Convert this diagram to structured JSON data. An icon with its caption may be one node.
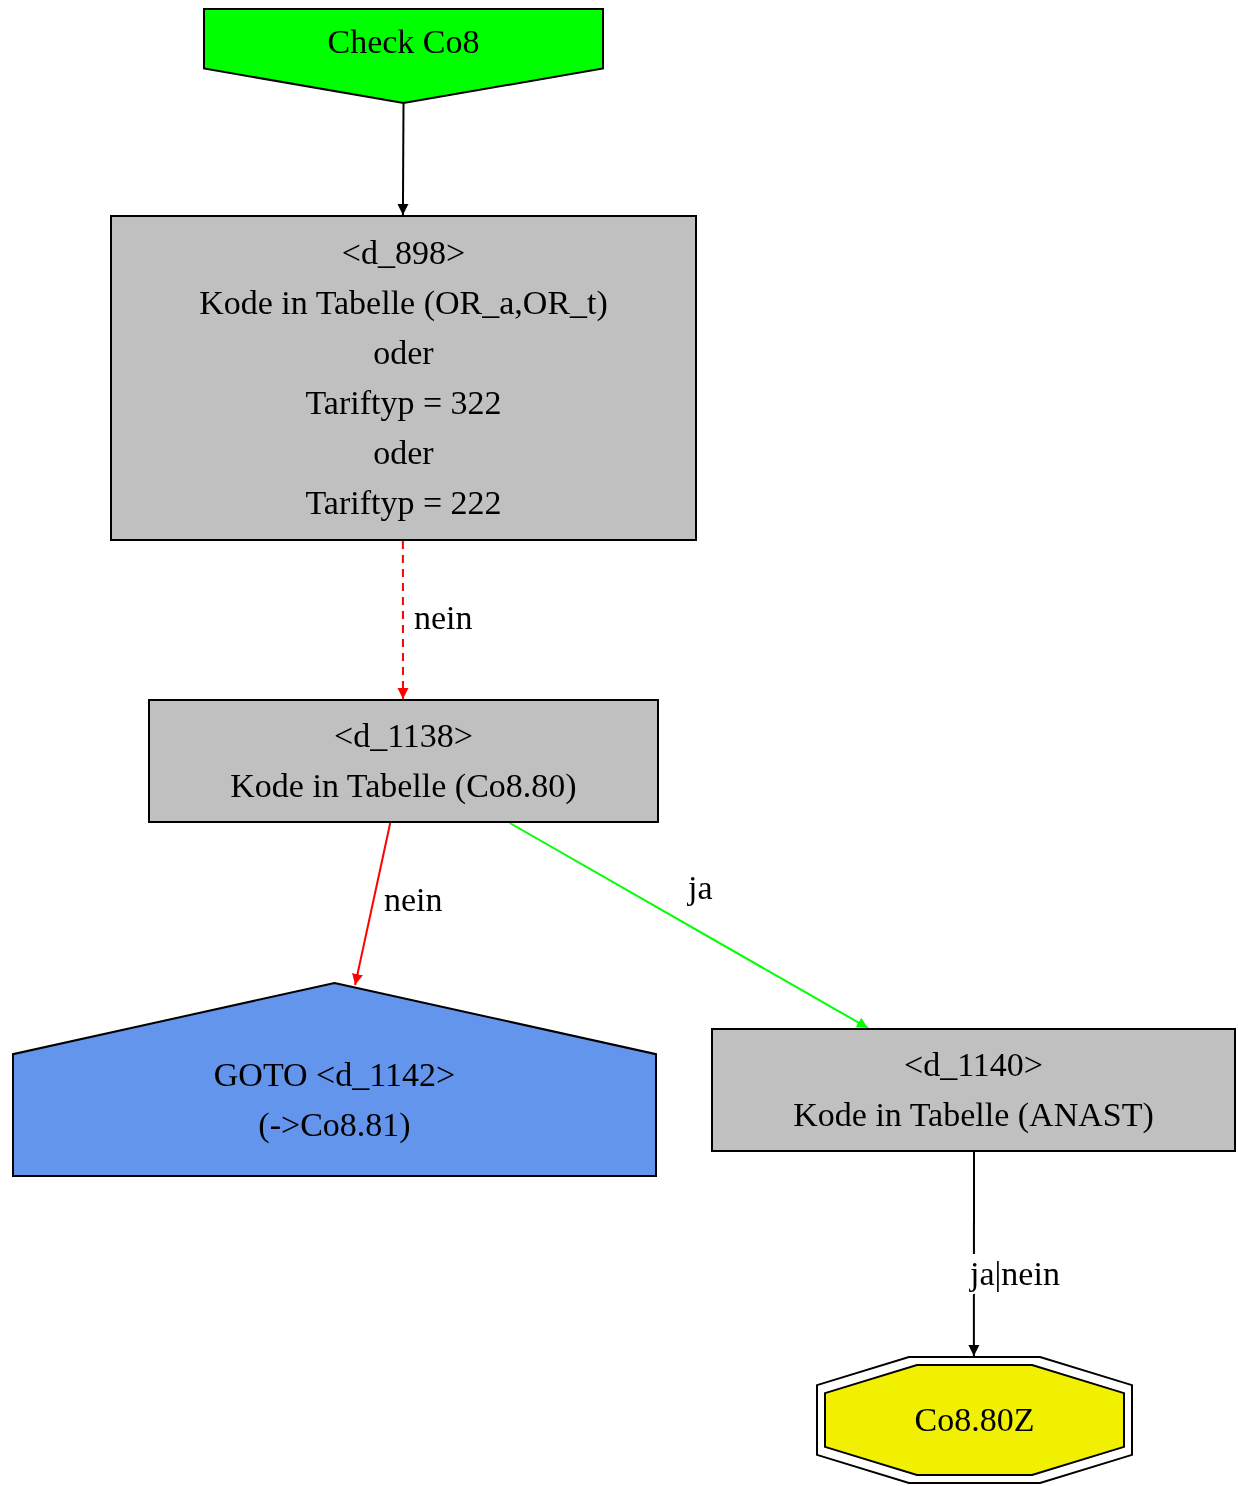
{
  "diagram": {
    "nodes": [
      {
        "text": [
          "Check Co8"
        ]
      },
      {
        "text": [
          "<d_898>",
          "Kode in Tabelle (OR_a,OR_t)",
          "oder",
          "Tariftyp = 322",
          "oder",
          "Tariftyp = 222"
        ]
      },
      {
        "text": [
          "<d_1138>",
          "Kode in Tabelle (Co8.80)"
        ]
      },
      {
        "text": [
          "GOTO <d_1142>",
          "(->Co8.81)"
        ]
      },
      {
        "text": [
          "<d_1140>",
          "Kode in Tabelle (ANAST)"
        ]
      },
      {
        "text": [
          "Co8.80Z"
        ]
      }
    ],
    "edges": [
      {
        "from": 0,
        "to": 1,
        "arrow": "to"
      },
      {
        "from": 1,
        "to": 2,
        "arrow": "to",
        "label": "nein",
        "style": "dashed",
        "color": "#ff0000"
      },
      {
        "from": 2,
        "to": 3,
        "arrow": "to",
        "label": "nein",
        "color": "#ff0000"
      },
      {
        "from": 2,
        "to": 4,
        "arrow": "to",
        "label": "ja",
        "color": "#00ff00"
      },
      {
        "from": 4,
        "to": 5,
        "arrow": "to",
        "label": "ja|nein"
      }
    ]
  }
}
